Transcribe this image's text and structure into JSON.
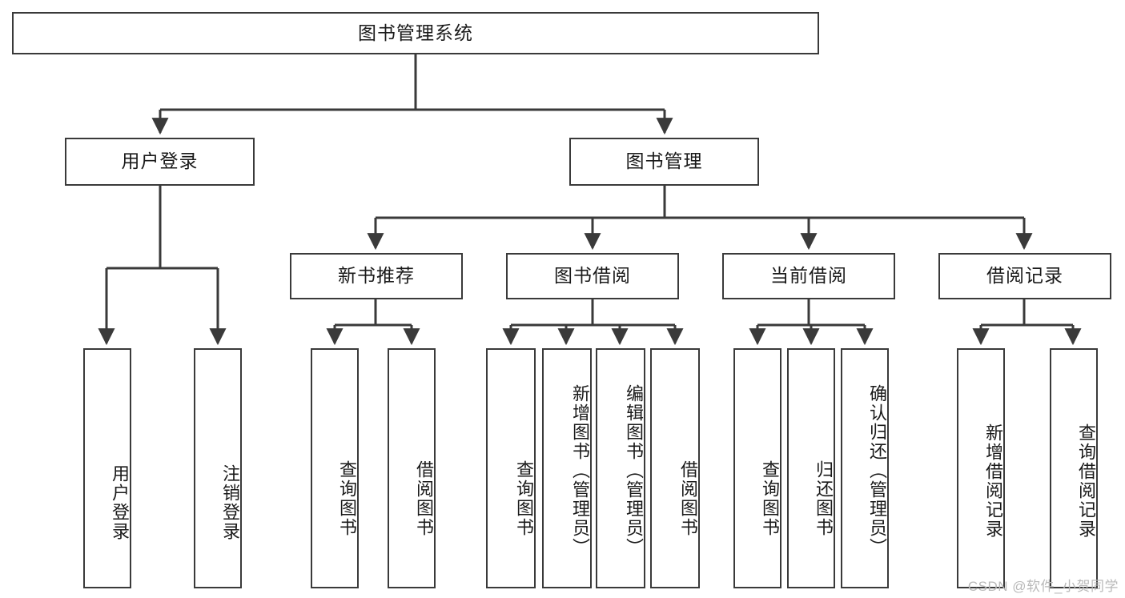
{
  "diagram": {
    "type": "tree-hierarchy-chart",
    "title": "图书管理系统",
    "watermark": "CSDN @软件_小贺同学",
    "colors": {
      "box_stroke": "#3a3a3a",
      "box_fill": "#ffffff",
      "connector": "#3a3a3a",
      "text": "#1a1a1a",
      "watermark": "#b9b9b9",
      "background": "#ffffff"
    },
    "root": {
      "id": "root",
      "label": "图书管理系统"
    },
    "level2": [
      {
        "id": "user-login",
        "label": "用户登录"
      },
      {
        "id": "book-manage",
        "label": "图书管理"
      }
    ],
    "level3": [
      {
        "id": "new-book-recommend",
        "label": "新书推荐",
        "parent": "book-manage"
      },
      {
        "id": "book-borrow",
        "label": "图书借阅",
        "parent": "book-manage"
      },
      {
        "id": "current-borrow",
        "label": "当前借阅",
        "parent": "book-manage"
      },
      {
        "id": "borrow-record",
        "label": "借阅记录",
        "parent": "book-manage"
      }
    ],
    "leaves": [
      {
        "id": "leaf-user-login",
        "label": "用户登录",
        "parent": "user-login"
      },
      {
        "id": "leaf-logout",
        "label": "注销登录",
        "parent": "user-login"
      },
      {
        "id": "leaf-query-book-1",
        "label": "查询图书",
        "parent": "new-book-recommend"
      },
      {
        "id": "leaf-borrow-book-1",
        "label": "借阅图书",
        "parent": "new-book-recommend"
      },
      {
        "id": "leaf-query-book-2",
        "label": "查询图书",
        "parent": "book-borrow"
      },
      {
        "id": "leaf-add-book",
        "label": "新增图书（管理员）",
        "parent": "book-borrow"
      },
      {
        "id": "leaf-edit-book",
        "label": "编辑图书（管理员）",
        "parent": "book-borrow"
      },
      {
        "id": "leaf-borrow-book-2",
        "label": "借阅图书",
        "parent": "book-borrow"
      },
      {
        "id": "leaf-query-book-3",
        "label": "查询图书",
        "parent": "current-borrow"
      },
      {
        "id": "leaf-return-book",
        "label": "归还图书",
        "parent": "current-borrow"
      },
      {
        "id": "leaf-confirm-return",
        "label": "确认归还（管理员）",
        "parent": "current-borrow"
      },
      {
        "id": "leaf-add-record",
        "label": "新增借阅记录",
        "parent": "borrow-record"
      },
      {
        "id": "leaf-query-record",
        "label": "查询借阅记录",
        "parent": "borrow-record"
      }
    ]
  }
}
